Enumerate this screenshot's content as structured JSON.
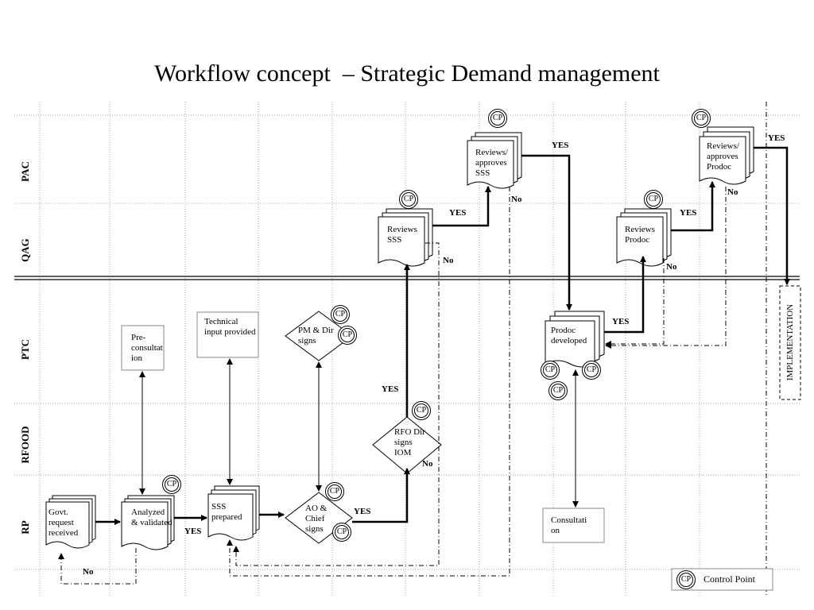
{
  "title": "Workflow concept  – Strategic Demand management",
  "lanes": [
    "PAC",
    "QAG",
    "PTC",
    "RFOOD",
    "RP"
  ],
  "nodes": {
    "govt": "Govt. request received",
    "analyzed": "Analyzed & validated",
    "preconsult": "Pre- consultat ion",
    "technical": "Technical input provided",
    "sss": "SSS prepared",
    "pm": "PM & Dir signs",
    "ao": "AO & Chief signs",
    "rfo": "RFO Dir signs IOM",
    "reviews_sss": "Reviews SSS",
    "approves_sss": "Reviews/ approves SSS",
    "prodoc_dev": "Prodoc developed",
    "consultation": "Consultati on",
    "reviews_prodoc": "Reviews Prodoc",
    "approves_prodoc": "Reviews/ approves Prodoc"
  },
  "labels": {
    "yes": "YES",
    "no": "No"
  },
  "implementation": "IMPLEMENTATION",
  "cp": "CP",
  "legend": {
    "icon": "CP",
    "text": "Control Point"
  }
}
